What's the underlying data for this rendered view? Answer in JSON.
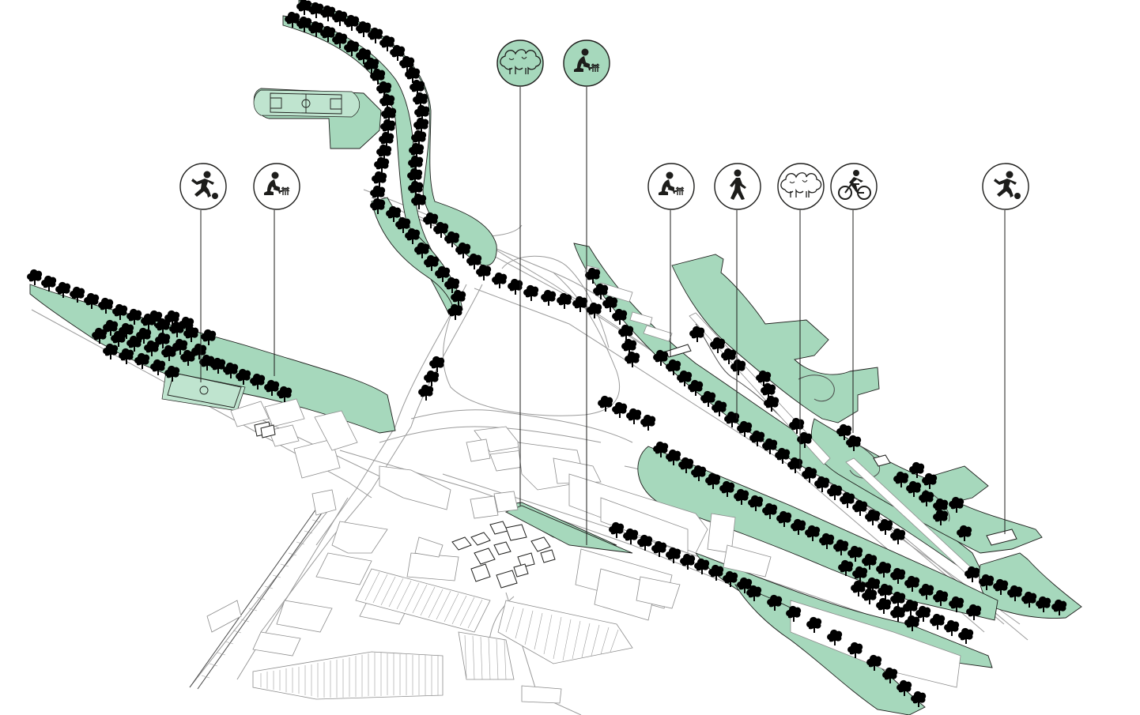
{
  "colors": {
    "green": "#a6d8bc",
    "line": "#1d1d1b",
    "road": "#9a9a9a"
  },
  "badges": [
    {
      "id": "forest-top",
      "icon": "forest-icon",
      "style": "green"
    },
    {
      "id": "gardening-top",
      "icon": "gardening-icon",
      "style": "green"
    },
    {
      "id": "sport-left",
      "icon": "football-icon",
      "style": "white"
    },
    {
      "id": "gardening-left",
      "icon": "gardening-icon",
      "style": "white"
    },
    {
      "id": "gardening-right",
      "icon": "gardening-icon",
      "style": "white"
    },
    {
      "id": "walking-right",
      "icon": "walking-icon",
      "style": "white"
    },
    {
      "id": "forest-right",
      "icon": "forest-icon",
      "style": "white"
    },
    {
      "id": "cycling-right",
      "icon": "cycling-icon",
      "style": "white"
    },
    {
      "id": "sport-far-right",
      "icon": "football-icon",
      "style": "white"
    }
  ]
}
